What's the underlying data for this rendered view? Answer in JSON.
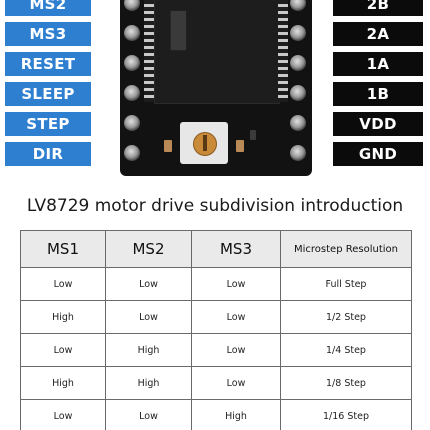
{
  "pins_left": [
    "MS2",
    "MS3",
    "RESET",
    "SLEEP",
    "STEP",
    "DIR"
  ],
  "pins_right": [
    "2B",
    "2A",
    "1A",
    "1B",
    "VDD",
    "GND"
  ],
  "colors": {
    "left_label_bg": "#2f7fd1",
    "right_label_bg": "#0b0b0b"
  },
  "title": "LV8729 motor drive subdivision introduction",
  "table": {
    "headers": [
      "MS1",
      "MS2",
      "MS3",
      "Microstep Resolution"
    ],
    "rows": [
      [
        "Low",
        "Low",
        "Low",
        "Full Step"
      ],
      [
        "High",
        "Low",
        "Low",
        "1/2 Step"
      ],
      [
        "Low",
        "High",
        "Low",
        "1/4 Step"
      ],
      [
        "High",
        "High",
        "Low",
        "1/8 Step"
      ],
      [
        "Low",
        "Low",
        "High",
        "1/16 Step"
      ]
    ]
  }
}
